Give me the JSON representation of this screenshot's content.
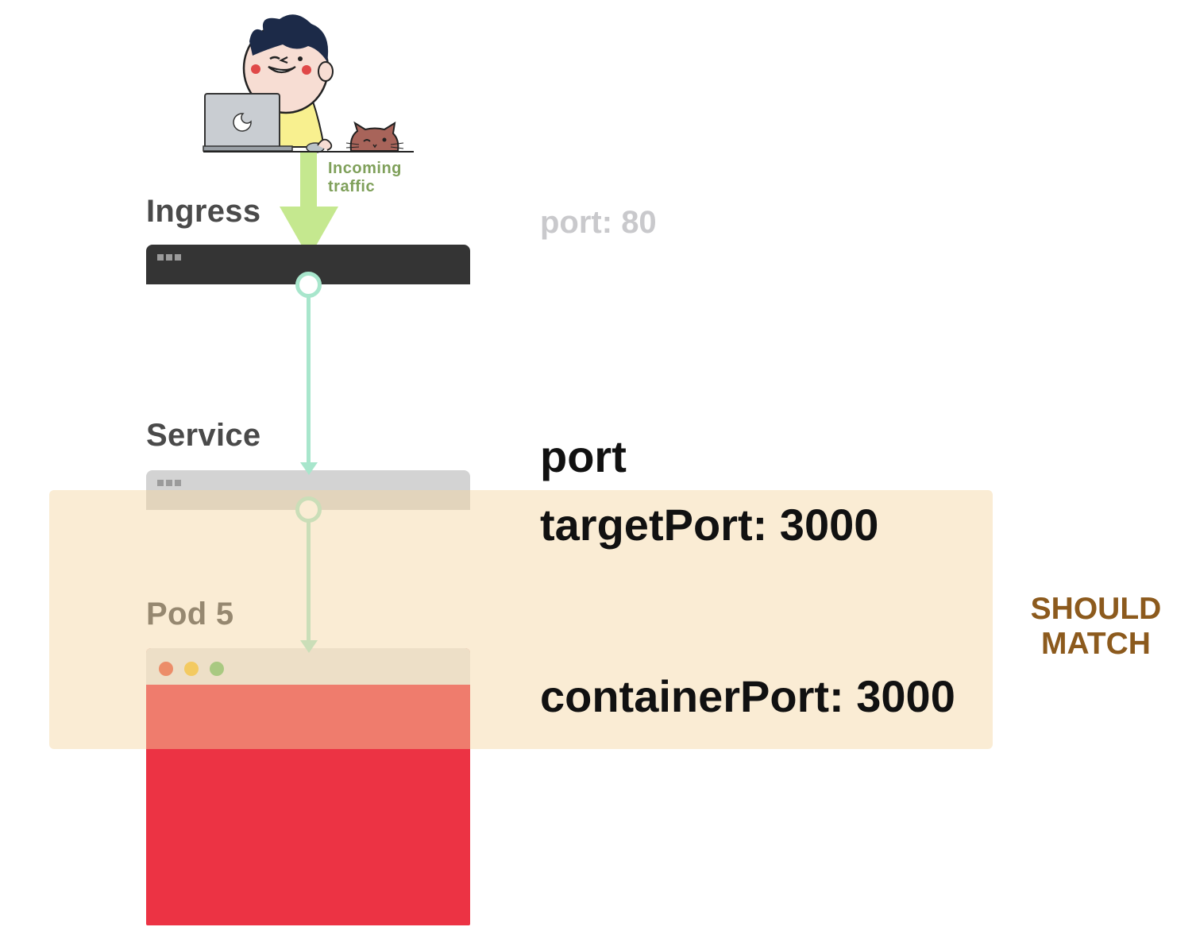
{
  "traffic": {
    "label_line1": "Incoming",
    "label_line2": "traffic"
  },
  "ingress": {
    "label": "Ingress",
    "port_text": "port: 80"
  },
  "service": {
    "label": "Service",
    "port_text": "port",
    "target_port_text": "targetPort: 3000"
  },
  "pod": {
    "label": "Pod 5",
    "container_port_text": "containerPort: 3000"
  },
  "match_note": {
    "line1": "SHOULD",
    "line2": "MATCH"
  },
  "colors": {
    "arrow_green": "#c5e88f",
    "connector_mint": "#a8e6cc",
    "ingress_bar": "#343434",
    "service_bar": "#d3d3d3",
    "pod_red": "#ec3344",
    "match_band": "#f9ead3",
    "match_text": "#8c5a1d",
    "traffic_text": "#7fa05a",
    "muted_port": "#c9c9cc"
  }
}
